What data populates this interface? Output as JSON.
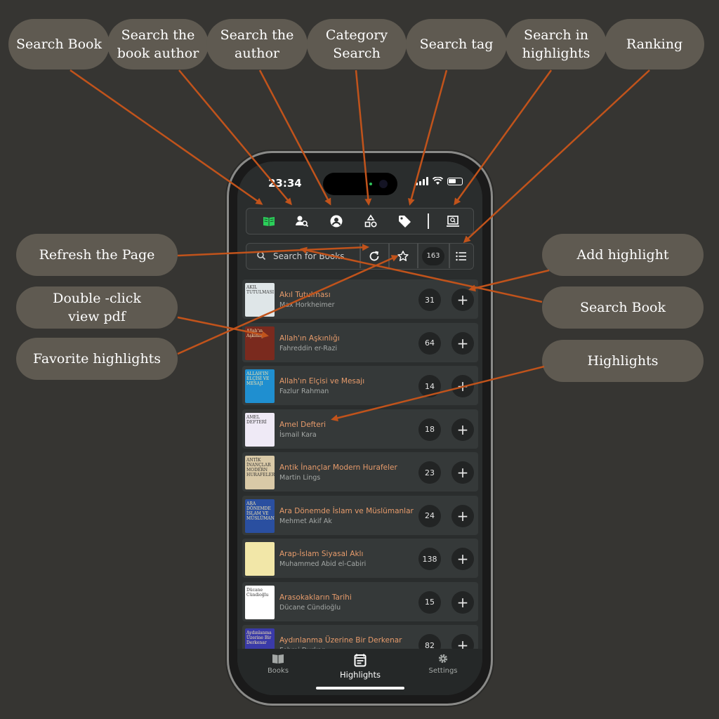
{
  "callouts": {
    "search_book_top": "Search Book",
    "search_book_author": "Search the\nbook author",
    "search_author": "Search the\nauthor",
    "category_search": "Category\nSearch",
    "search_tag": "Search tag",
    "search_highlights": "Search in\nhighlights",
    "ranking": "Ranking",
    "refresh_page": "Refresh the Page",
    "double_click_pdf": "Double -click\nview pdf",
    "favorite_highlights": "Favorite highlights",
    "add_highlight": "Add highlight",
    "search_book_right": "Search Book",
    "highlights": "Highlights"
  },
  "status_bar": {
    "time": "23:34"
  },
  "search": {
    "placeholder": "Search for Books",
    "count": "163"
  },
  "books": [
    {
      "title": "Akıl Tutulması",
      "author": "Max Horkheimer",
      "count": "31",
      "cover_bg": "#dfe6e8",
      "cover_text": "AKIL TUTULMASI"
    },
    {
      "title": "Allah'ın Aşkınlığı",
      "author": "Fahreddin er-Razi",
      "count": "64",
      "cover_bg": "#7a2a1e",
      "cover_text": "Allah'ın Aşkınlığı"
    },
    {
      "title": "Allah'ın Elçisi ve Mesajı",
      "author": "Fazlur Rahman",
      "count": "14",
      "cover_bg": "#1f8fd0",
      "cover_text": "ALLAH'IN ELÇİSİ VE MESAJI"
    },
    {
      "title": "Amel Defteri",
      "author": "İsmail Kara",
      "count": "18",
      "cover_bg": "#efeaf6",
      "cover_text": "AMEL DEFTERİ"
    },
    {
      "title": "Antik İnançlar Modern Hurafeler",
      "author": "Martin Lings",
      "count": "23",
      "cover_bg": "#d9c9a7",
      "cover_text": "ANTİK İNANÇLAR MODERN HURAFELER"
    },
    {
      "title": "Ara Dönemde İslam ve Müslümanlar",
      "author": "Mehmet Akif Ak",
      "count": "24",
      "cover_bg": "#2a4fa0",
      "cover_text": "ARA DÖNEMDE İSLAM VE MÜSLÜMANLAR"
    },
    {
      "title": "Arap-İslam Siyasal Aklı",
      "author": "Muhammed Abid el-Cabiri",
      "count": "138",
      "cover_bg": "#f2e7a8",
      "cover_text": ""
    },
    {
      "title": "Arasokakların Tarihi",
      "author": "Dücane Cündioğlu",
      "count": "15",
      "cover_bg": "#ffffff",
      "cover_text": "Dücane Cündioğlu"
    },
    {
      "title": "Aydınlanma Üzerine Bir Derkenar",
      "author": "Fehmi Durkan",
      "count": "82",
      "cover_bg": "#3a3aa8",
      "cover_text": "Aydınlanma Üzerine Bir Derkenar"
    }
  ],
  "tabs": [
    {
      "label": "Books"
    },
    {
      "label": "Highlights"
    },
    {
      "label": "Settings"
    }
  ],
  "colors": {
    "accent_orange": "#c1531b",
    "pill": "#5f5a51",
    "background": "#363532",
    "active_book_icon": "#2bd05a"
  }
}
